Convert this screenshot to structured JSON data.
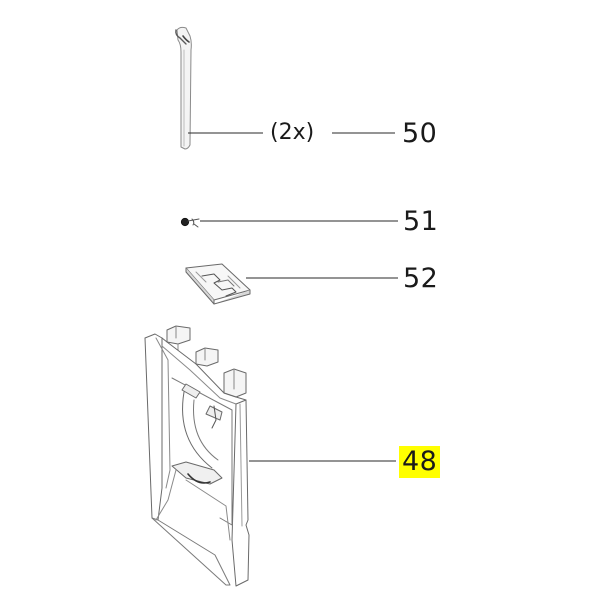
{
  "diagram": {
    "type": "exploded-parts-diagram",
    "background": "#ffffff",
    "highlight_color": "#ffff00",
    "parts": [
      {
        "id": "part-50",
        "number": "50",
        "quantity": "(2x)",
        "shape": "bent-rod",
        "highlighted": false
      },
      {
        "id": "part-51",
        "number": "51",
        "quantity": "",
        "shape": "screw",
        "highlighted": false
      },
      {
        "id": "part-52",
        "number": "52",
        "quantity": "",
        "shape": "clip-plate",
        "highlighted": false
      },
      {
        "id": "part-48",
        "number": "48",
        "quantity": "",
        "shape": "housing-bracket",
        "highlighted": true
      }
    ]
  }
}
